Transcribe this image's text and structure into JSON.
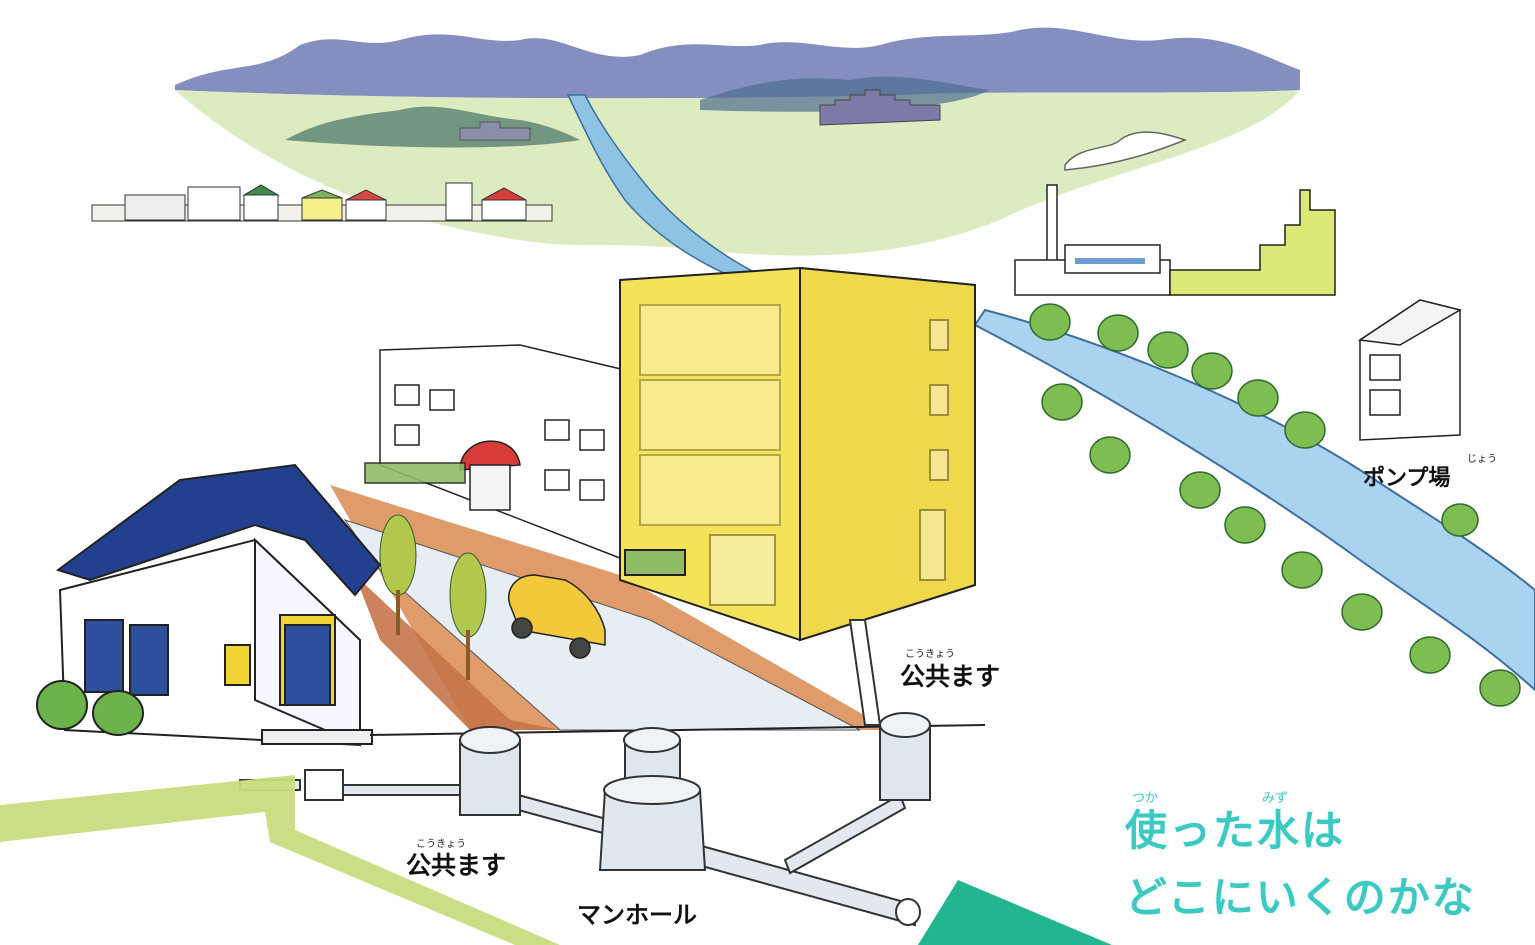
{
  "labels": {
    "pump_station": "ポンプ場",
    "pump_station_ruby": "じょう",
    "public_basin_right": "公共ます",
    "public_basin_right_ruby": "こうきょう",
    "public_basin_left": "公共ます",
    "public_basin_left_ruby": "こうきょう",
    "manhole": "マンホール"
  },
  "title": {
    "line1": "使った水は",
    "line2": "どこにいくのかな",
    "ruby_tsuka": "つか",
    "ruby_mizu": "みず"
  },
  "colors": {
    "title": "#3cc9c2",
    "accent_green": "#c9dc7e",
    "accent_teal": "#22b58f",
    "river": "#a9d3ee",
    "building_yellow": "#f3e25a",
    "roof_blue": "#23408f"
  }
}
